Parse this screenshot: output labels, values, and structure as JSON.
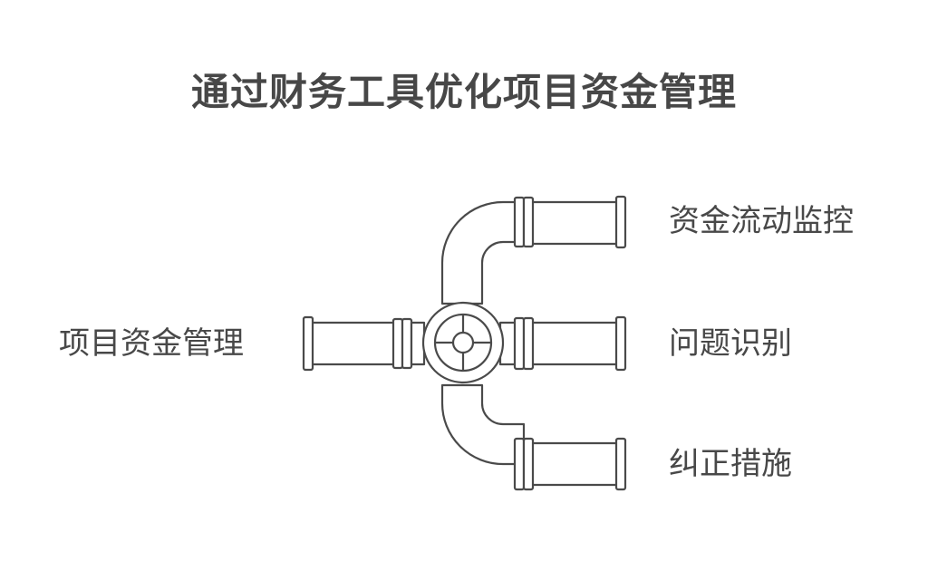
{
  "title": "通过财务工具优化项目资金管理",
  "source_label": "项目资金管理",
  "branches": [
    {
      "label": "资金流动监控"
    },
    {
      "label": "问题识别"
    },
    {
      "label": "纠正措施"
    }
  ],
  "colors": {
    "stroke": "#4a4a4a",
    "text": "#484848",
    "background": "#ffffff"
  }
}
